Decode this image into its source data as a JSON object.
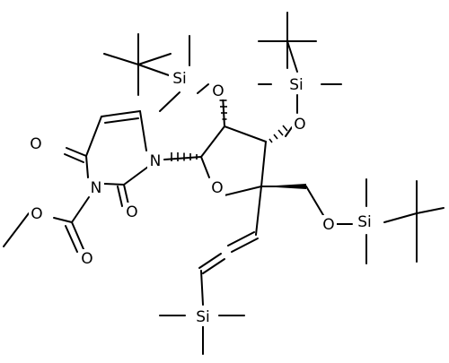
{
  "molecule": {
    "atoms": {
      "si_top_left": "Si",
      "o_top_left": "O",
      "si_top_right": "Si",
      "o_top_right": "O",
      "n1": "N",
      "o_uracil_c4": "O",
      "n3": "N",
      "o_uracil_c2": "O",
      "o_ring": "O",
      "o_ester": "O",
      "o_carbonyl": "O",
      "o_ch2": "O",
      "si_right": "Si",
      "si_bottom": "Si"
    }
  }
}
